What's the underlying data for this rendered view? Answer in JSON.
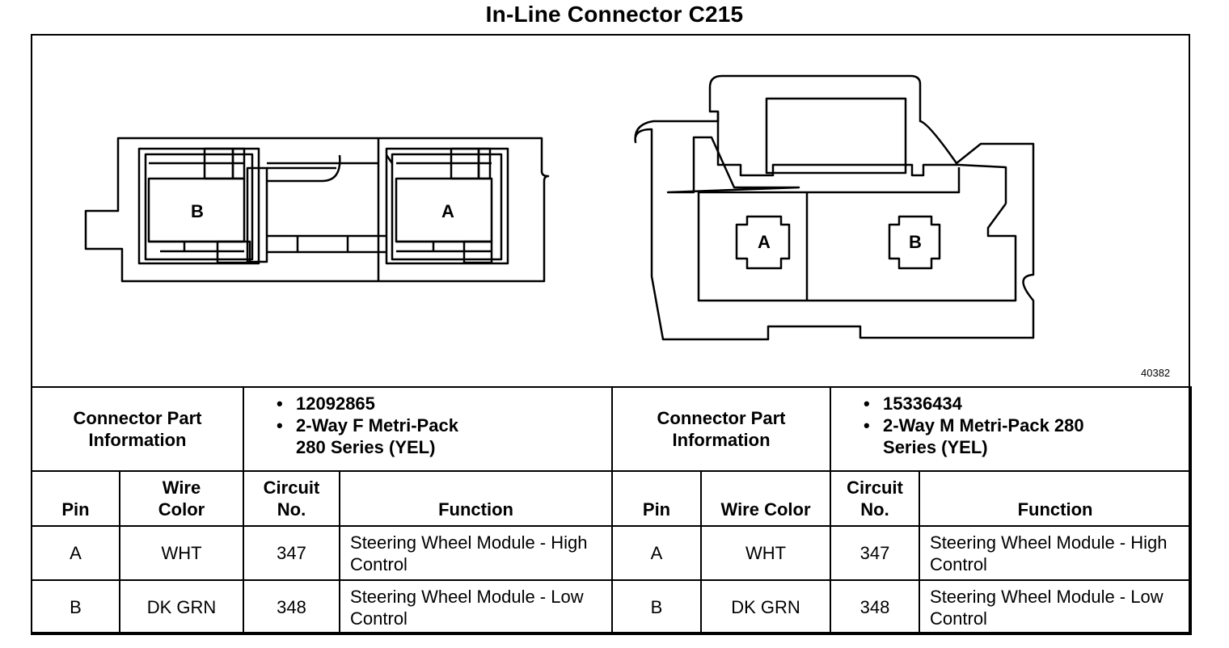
{
  "title": "In-Line Connector C215",
  "figure_id": "40382",
  "connectors": {
    "left": {
      "face_pins": [
        "B",
        "A"
      ],
      "info_label": "Connector Part Information",
      "part_number": "12092865",
      "description": "2-Way F Metri-Pack 280 Series (YEL)"
    },
    "right": {
      "face_pins": [
        "A",
        "B"
      ],
      "info_label": "Connector Part Information",
      "part_number": "15336434",
      "description": "2-Way M Metri-Pack 280 Series (YEL)"
    }
  },
  "headers": {
    "left": {
      "pin": "Pin",
      "wire_color": "Wire Color",
      "circuit": "Circuit No.",
      "function": "Function"
    },
    "right": {
      "pin": "Pin",
      "wire_color": "Wire Color",
      "circuit": "Circuit No.",
      "function": "Function"
    }
  },
  "rows": [
    {
      "left": {
        "pin": "A",
        "wire_color": "WHT",
        "circuit": "347",
        "function": "Steering Wheel Module - High Control"
      },
      "right": {
        "pin": "A",
        "wire_color": "WHT",
        "circuit": "347",
        "function": "Steering Wheel Module - High Control"
      }
    },
    {
      "left": {
        "pin": "B",
        "wire_color": "DK GRN",
        "circuit": "348",
        "function": "Steering Wheel Module - Low Control"
      },
      "right": {
        "pin": "B",
        "wire_color": "DK GRN",
        "circuit": "348",
        "function": "Steering Wheel Module - Low Control"
      }
    }
  ]
}
